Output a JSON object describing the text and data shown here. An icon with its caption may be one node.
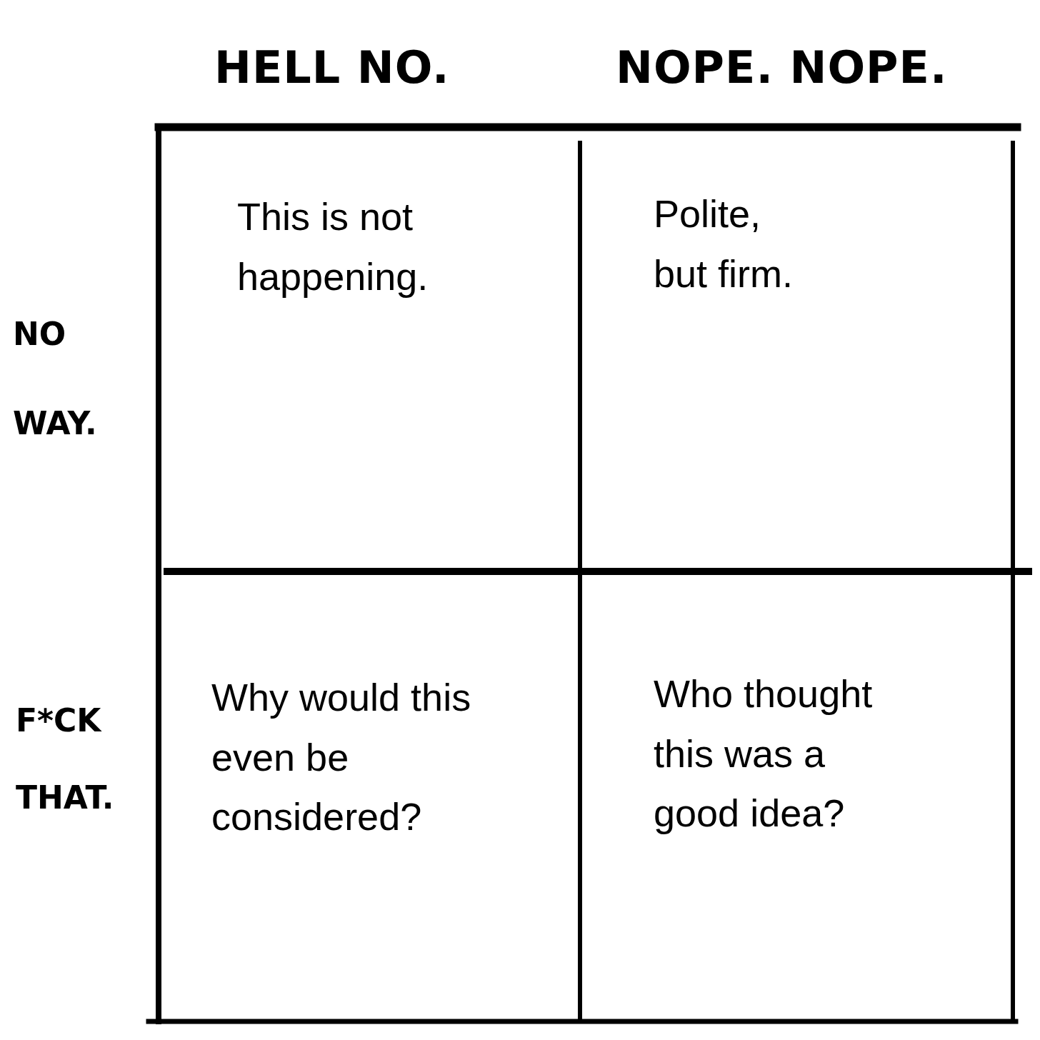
{
  "diagram": {
    "labels": [
      "HELL NO.",
      "NOPE. NOPE.",
      "NO WAY.",
      "This is not happening.",
      "Polite, but firm.",
      "F*CK THAT.",
      "Why would this even be considered?",
      "Who thought this was a good idea?"
    ]
  }
}
